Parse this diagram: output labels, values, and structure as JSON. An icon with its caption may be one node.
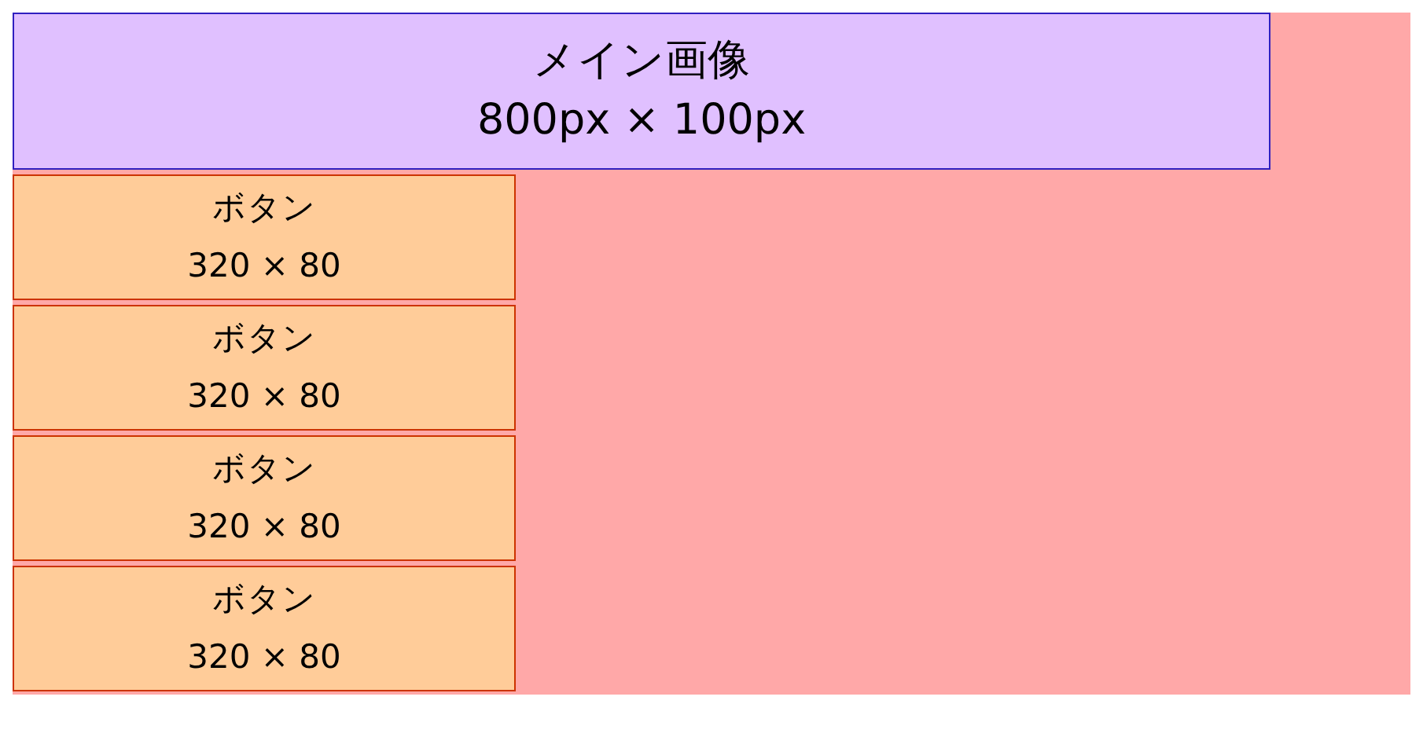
{
  "diagram": {
    "nodes": [
      {
        "text": [],
        "shape": "box"
      },
      {
        "text": [
          "メイン画像",
          "800px × 100px"
        ],
        "in": 0
      },
      {
        "text": [
          "ボタン",
          "320 × 80"
        ],
        "in": 0
      },
      {
        "text": [
          "ボタン",
          "320 × 80"
        ],
        "in": 0
      },
      {
        "text": [
          "ボタン",
          "320 × 80"
        ],
        "in": 0
      },
      {
        "text": [
          "ボタン",
          "320 × 80"
        ],
        "in": 0
      }
    ]
  }
}
